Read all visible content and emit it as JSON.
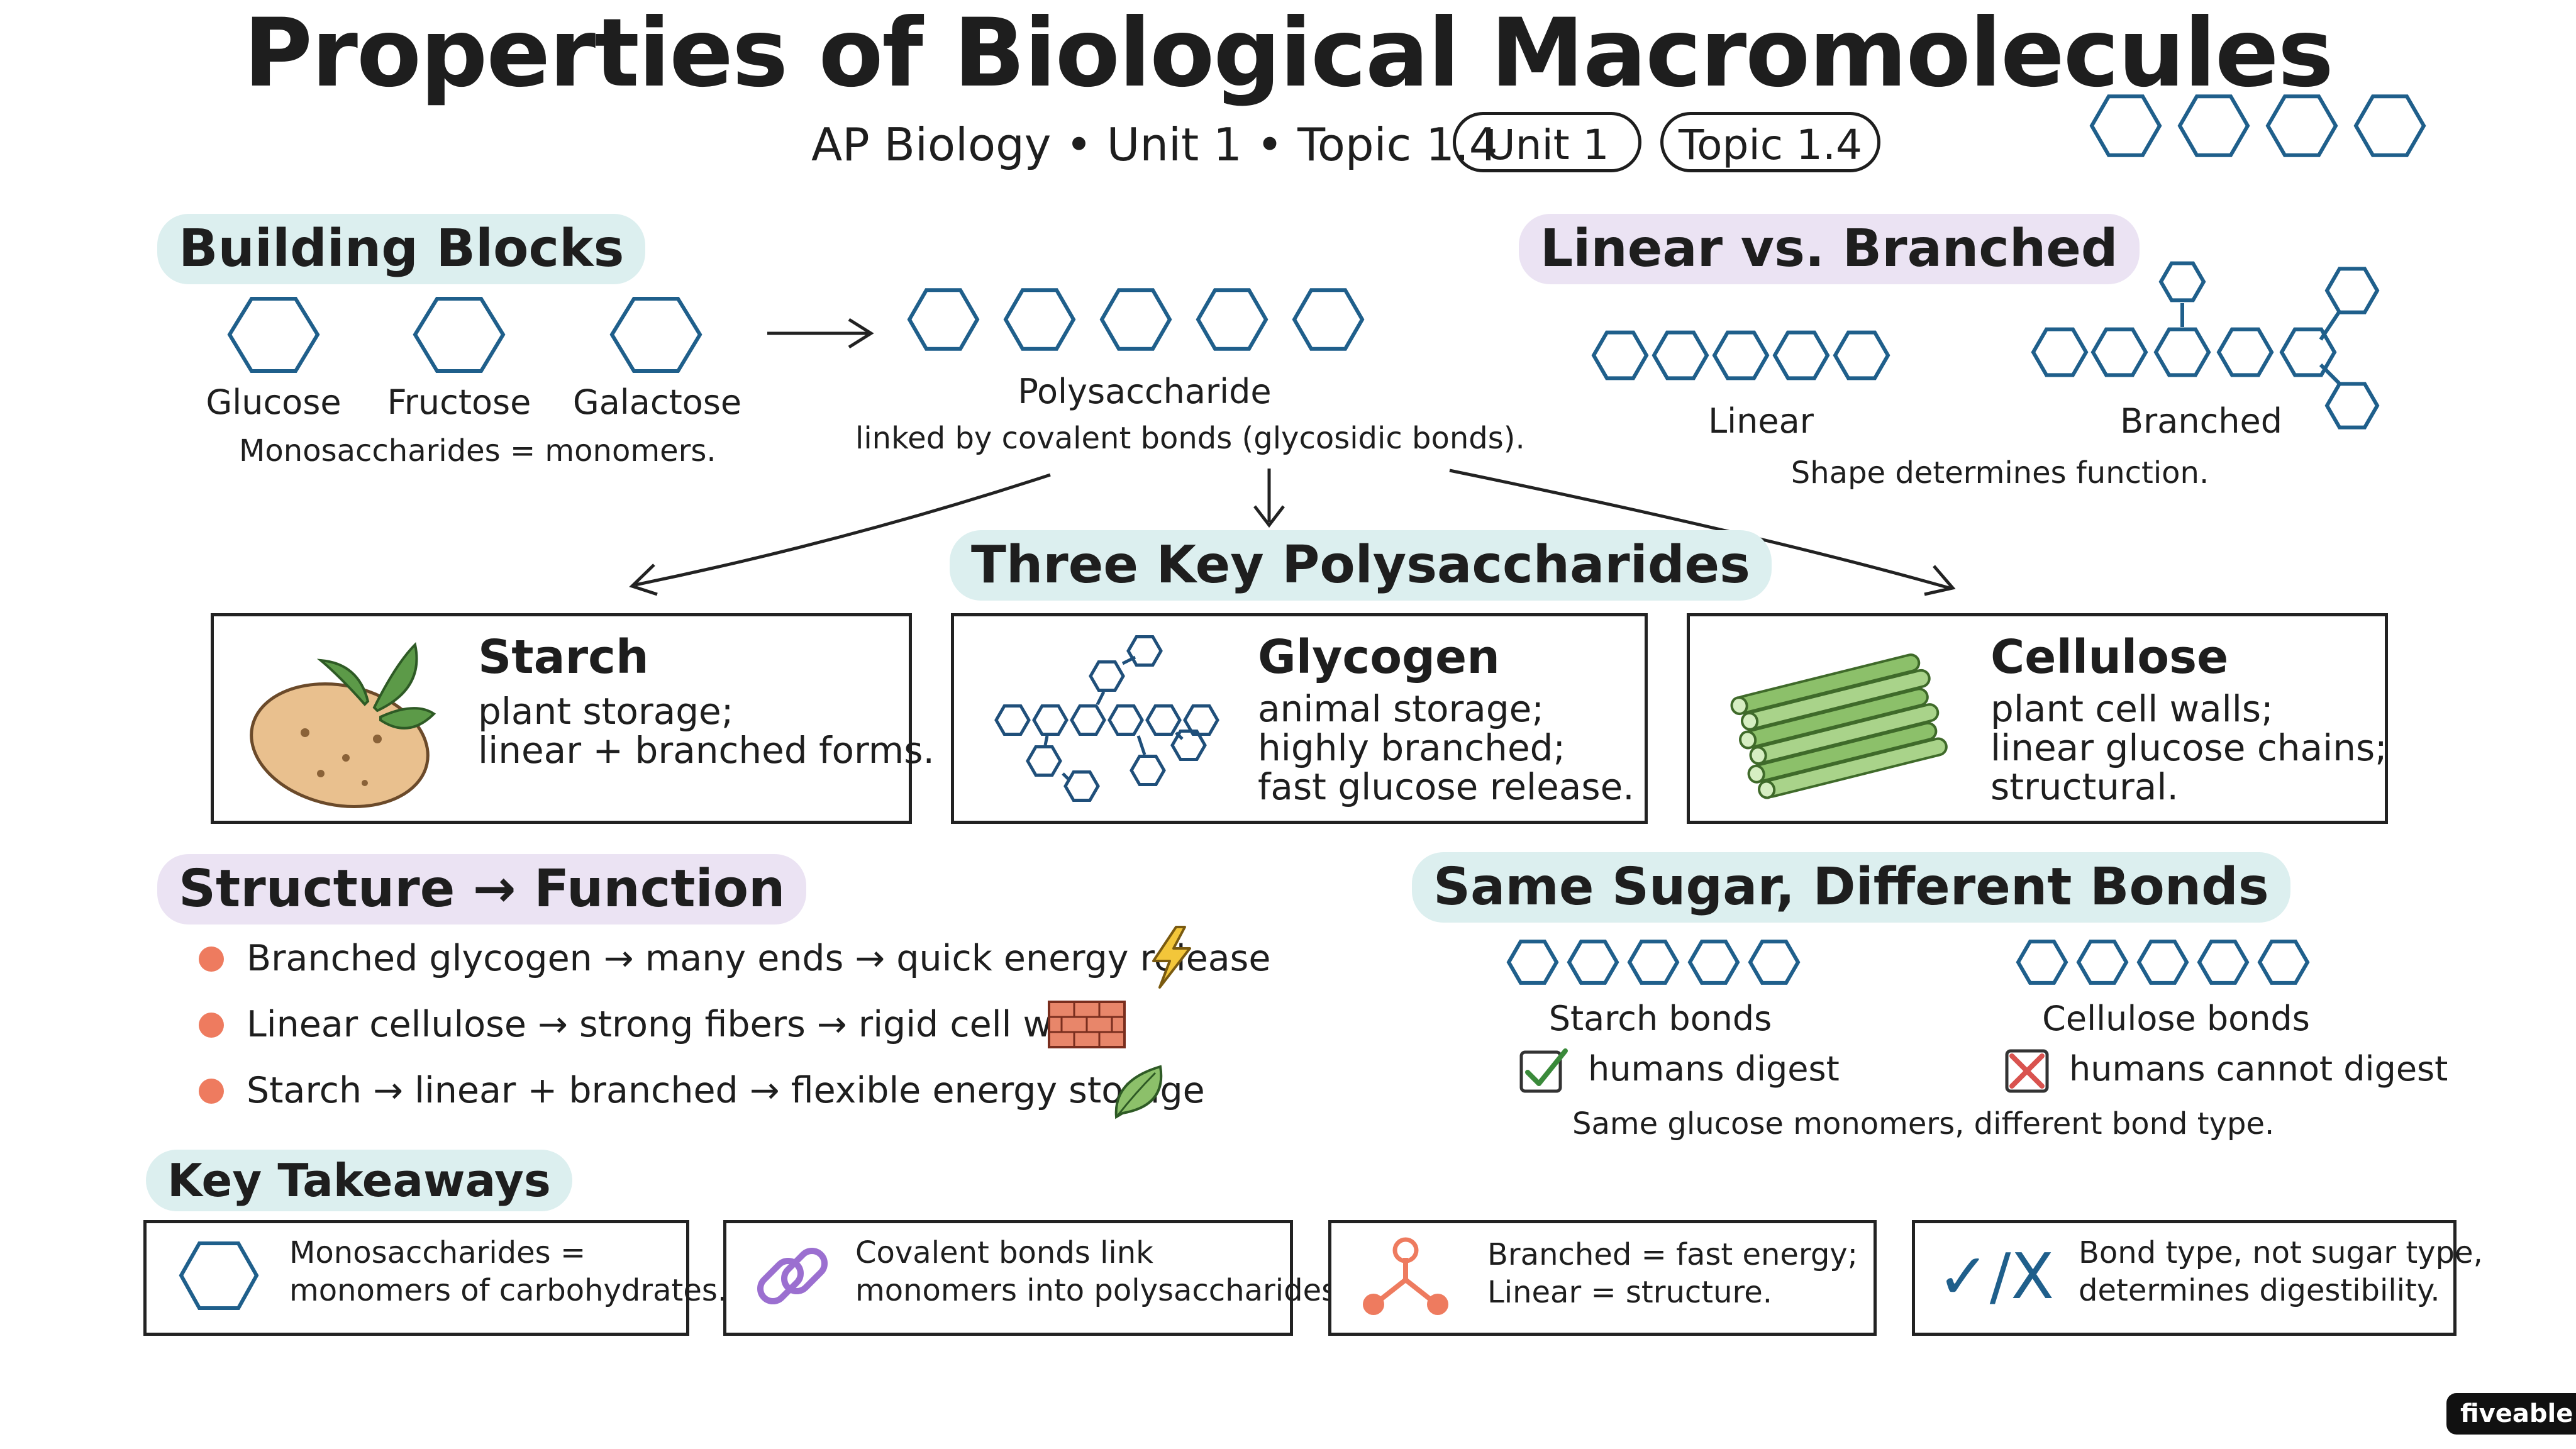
{
  "header": {
    "title": "Properties of Biological Macromolecules",
    "subtitle": "AP Biology • Unit 1 • Topic 1.4",
    "pills": [
      "Unit 1",
      "Topic 1.4"
    ]
  },
  "building_blocks": {
    "heading": "Building Blocks",
    "monomers": [
      "Glucose",
      "Fructose",
      "Galactose"
    ],
    "monomer_note": "Monosaccharides = monomers.",
    "polymer_label": "Polysaccharide",
    "polymer_note": "linked by covalent bonds (glycosidic bonds)."
  },
  "linear_branched": {
    "heading": "Linear vs. Branched",
    "labels": [
      "Linear",
      "Branched"
    ],
    "note": "Shape determines function."
  },
  "polysaccharides": {
    "heading": "Three Key Polysaccharides",
    "cards": [
      {
        "title": "Starch",
        "lines": [
          "plant storage;",
          "linear + branched forms."
        ]
      },
      {
        "title": "Glycogen",
        "lines": [
          "animal storage;",
          "highly branched;",
          "fast glucose release."
        ]
      },
      {
        "title": "Cellulose",
        "lines": [
          "plant cell walls;",
          "linear glucose chains;",
          "structural."
        ]
      }
    ]
  },
  "structure_function": {
    "heading": "Structure → Function",
    "items": [
      "Branched glycogen → many ends → quick energy release",
      "Linear cellulose → strong fibers → rigid cell walls",
      "Starch → linear + branched → flexible energy storage"
    ]
  },
  "same_sugar": {
    "heading": "Same Sugar, Different Bonds",
    "left_label": "Starch bonds",
    "left_result": "humans digest",
    "right_label": "Cellulose bonds",
    "right_result": "humans cannot digest",
    "note": "Same glucose monomers, different bond type."
  },
  "takeaways": {
    "heading": "Key Takeaways",
    "items": [
      {
        "lines": [
          "Monosaccharides =",
          "monomers of carbohydrates."
        ]
      },
      {
        "lines": [
          "Covalent bonds link",
          "monomers into polysaccharides."
        ]
      },
      {
        "lines": [
          "Branched = fast energy;",
          "Linear = structure."
        ]
      },
      {
        "lines": [
          "Bond type, not sugar type,",
          "determines digestibility."
        ]
      }
    ],
    "check_x_symbol": "✓/X"
  },
  "brand": "fiveable",
  "colors": {
    "hexagon": "#1f5f8b",
    "bullet": "#ee7b5f",
    "highlight_blue": "#dcefef",
    "highlight_purple": "#ebe3f3",
    "check": "#3a8a3a",
    "cross": "#d9534f",
    "link_icon": "#9b6fd0",
    "branch_icon": "#ee7b5f"
  }
}
